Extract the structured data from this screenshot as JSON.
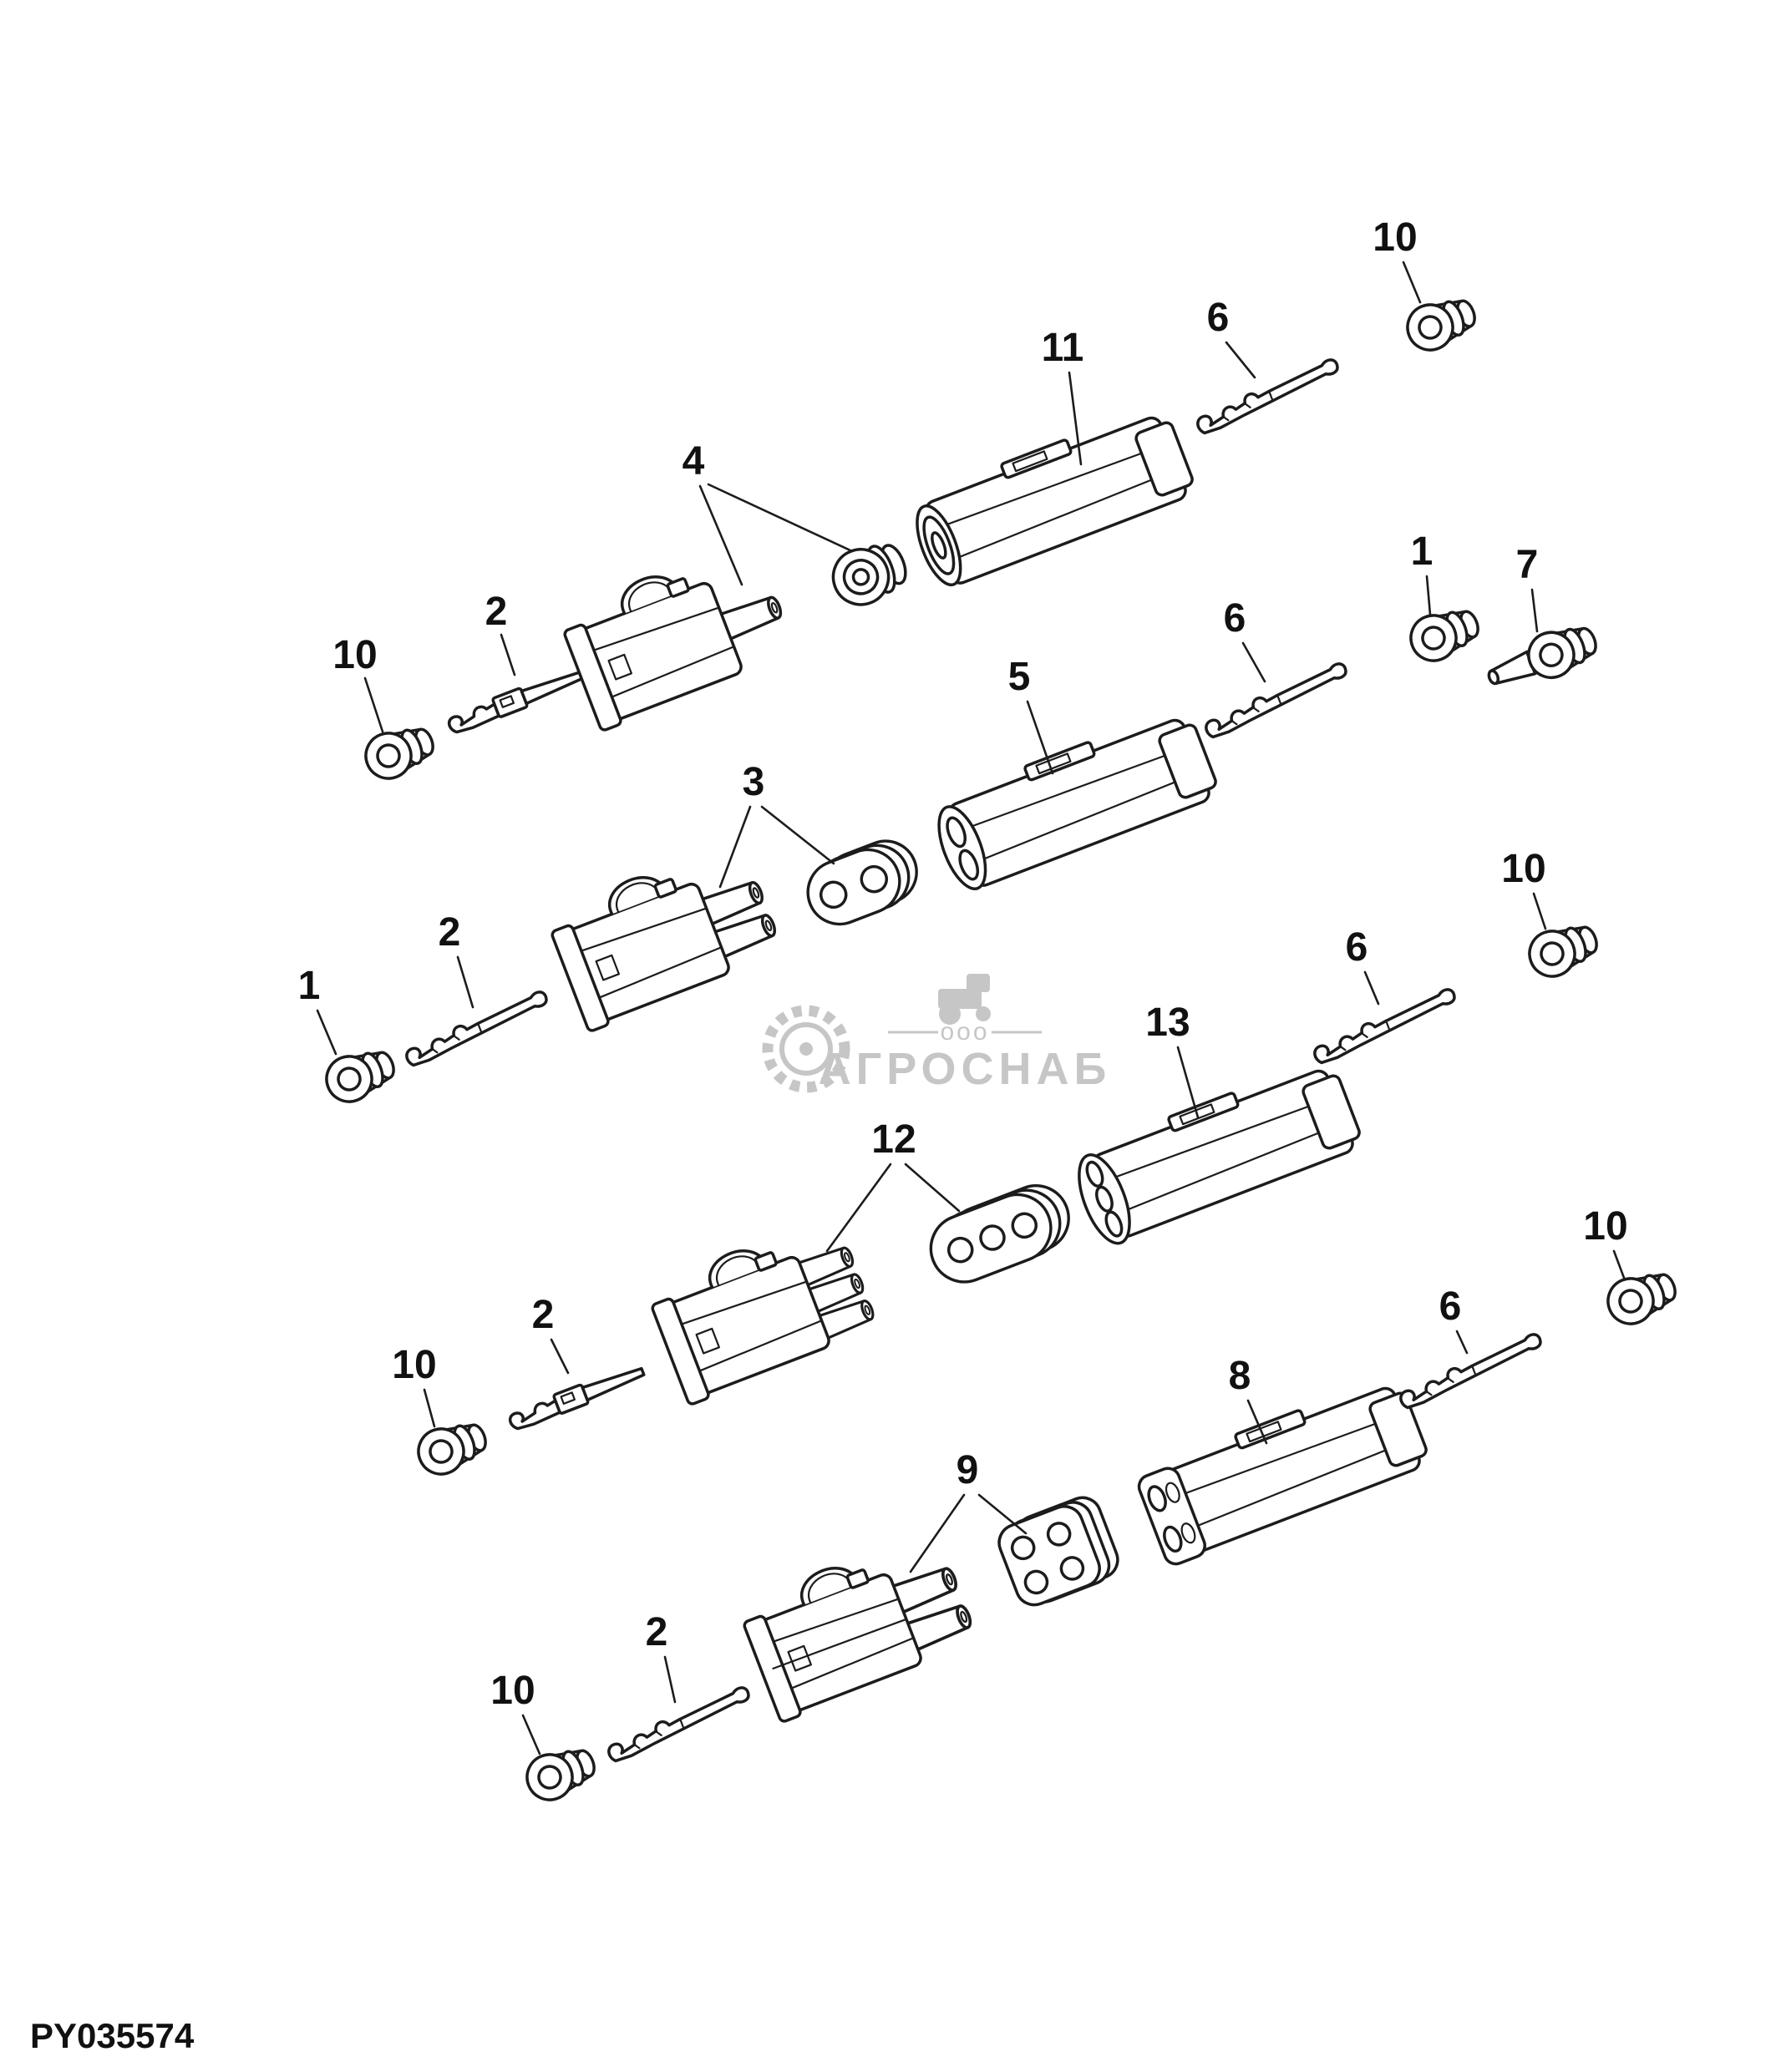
{
  "figure": {
    "kind": "exploded parts diagram - electrical connector kit",
    "drawing_number": "PY035574",
    "watermark": {
      "company_prefix": "ооо",
      "company_name": "АГРОСНАБ"
    },
    "callouts": [
      {
        "row": 1,
        "label": "10",
        "part": "cavity-seal-plug"
      },
      {
        "row": 1,
        "label": "2",
        "part": "crimp-terminal"
      },
      {
        "row": 1,
        "label": "4",
        "part": "cable-seal"
      },
      {
        "row": 1,
        "label": "11",
        "part": "connector-shroud-1-way"
      },
      {
        "row": 1,
        "label": "6",
        "part": "crimp-terminal"
      },
      {
        "row": 1,
        "label": "10",
        "part": "cavity-seal-plug"
      },
      {
        "row": 2,
        "label": "1",
        "part": "cavity-seal-plug"
      },
      {
        "row": 2,
        "label": "2",
        "part": "crimp-terminal"
      },
      {
        "row": 2,
        "label": "3",
        "part": "cable-seal-2-way"
      },
      {
        "row": 2,
        "label": "5",
        "part": "connector-shroud-2-way"
      },
      {
        "row": 2,
        "label": "6",
        "part": "crimp-terminal"
      },
      {
        "row": 2,
        "label": "1",
        "part": "cavity-seal-plug"
      },
      {
        "row": 2,
        "label": "7",
        "part": "sealing-plug"
      },
      {
        "row": 3,
        "label": "10",
        "part": "cavity-seal-plug"
      },
      {
        "row": 3,
        "label": "2",
        "part": "crimp-terminal"
      },
      {
        "row": 3,
        "label": "12",
        "part": "cable-seal-3-way"
      },
      {
        "row": 3,
        "label": "13",
        "part": "connector-shroud-3-way"
      },
      {
        "row": 3,
        "label": "6",
        "part": "crimp-terminal"
      },
      {
        "row": 3,
        "label": "10",
        "part": "cavity-seal-plug"
      },
      {
        "row": 4,
        "label": "10",
        "part": "cavity-seal-plug"
      },
      {
        "row": 4,
        "label": "2",
        "part": "crimp-terminal"
      },
      {
        "row": 4,
        "label": "9",
        "part": "cable-seal-4-way"
      },
      {
        "row": 4,
        "label": "8",
        "part": "connector-shroud-4-way"
      },
      {
        "row": 4,
        "label": "6",
        "part": "crimp-terminal"
      },
      {
        "row": 4,
        "label": "10",
        "part": "cavity-seal-plug"
      }
    ]
  },
  "colors": {
    "background": "#ffffff",
    "line": "#1c1c1c",
    "watermark": "#bdbdbd"
  }
}
